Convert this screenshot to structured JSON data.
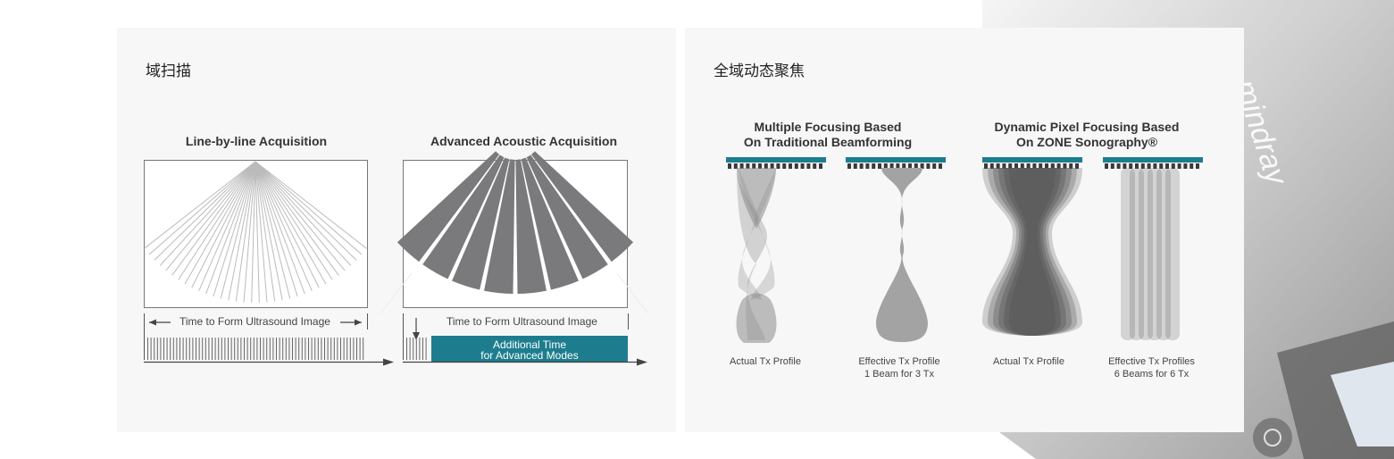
{
  "zone_scan": {
    "title": "域扫描",
    "line_by_line": {
      "title": "Line-by-line Acquisition",
      "timeline_label": "Time to Form Ultrasound Image"
    },
    "advanced": {
      "title": "Advanced Acoustic Acquisition",
      "timeline_label": "Time to Form Ultrasound Image",
      "extra_line1": "Additional Time",
      "extra_line2": "for Advanced Modes"
    }
  },
  "dynamic_focus": {
    "title": "全域动态聚焦",
    "traditional": {
      "title_line1": "Multiple Focusing Based",
      "title_line2": "On Traditional Beamforming",
      "caption_actual": "Actual Tx Profile",
      "caption_effective_line1": "Effective Tx Profile",
      "caption_effective_line2": "1 Beam for 3 Tx"
    },
    "zone": {
      "title_line1": "Dynamic Pixel Focusing Based",
      "title_line2": "On ZONE Sonography®",
      "caption_actual": "Actual Tx Profile",
      "caption_effective_line1": "Effective Tx Profiles",
      "caption_effective_line2": "6 Beams for 6 Tx"
    }
  },
  "colors": {
    "accent_teal": "#1d7d8f",
    "beam_gray": "#7a7a7c",
    "profile_gray": "#9a9a9a"
  }
}
